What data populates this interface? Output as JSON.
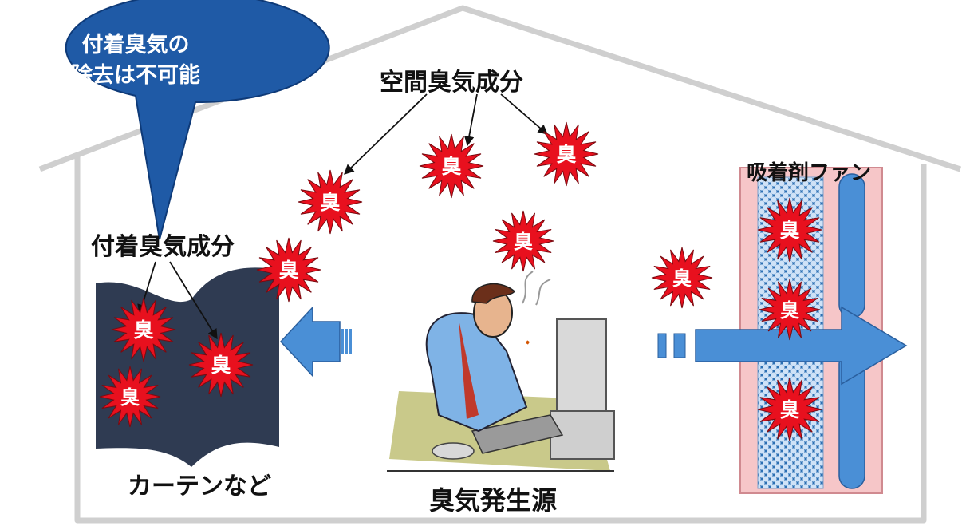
{
  "callout": {
    "line1": "付着臭気の",
    "line2": "除去は不可能",
    "fill": "#1f5aa6"
  },
  "labels": {
    "space_odor": "空間臭気成分",
    "attached_odor": "付着臭気成分",
    "curtain": "カーテンなど",
    "source": "臭気発生源",
    "fan": "吸着剤ファン"
  },
  "odor_glyph": "臭",
  "colors": {
    "house_outline": "#c8c8c8",
    "burst_red": "#e8101e",
    "curtain_navy": "#2f3b52",
    "arrow_blue": "#4a8fd6",
    "fan_pink": "#f6c6c8",
    "filter_blue": "#b9d6f2",
    "fan_tube_blue": "#4a8fd6"
  },
  "icons": [
    "starburst-icon",
    "arrow-left-icon",
    "arrow-right-icon",
    "person-at-computer-illustration"
  ]
}
